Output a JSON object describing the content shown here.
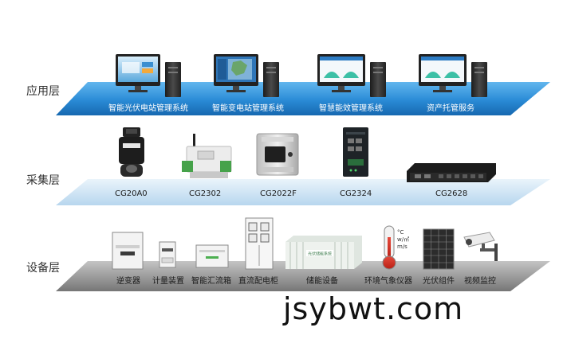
{
  "layers": {
    "app": {
      "label": "应用层",
      "items": [
        {
          "name": "智能光伏电站管理系统",
          "icon": "monitor-tower-icon"
        },
        {
          "name": "智能变电站管理系统",
          "icon": "monitor-tower-icon"
        },
        {
          "name": "智慧能效管理系统",
          "icon": "monitor-tower-icon"
        },
        {
          "name": "资产托管服务",
          "icon": "monitor-tower-icon"
        }
      ]
    },
    "collect": {
      "label": "采集层",
      "items": [
        {
          "name": "CG20A0",
          "icon": "cylinder-collector-icon"
        },
        {
          "name": "CG2302",
          "icon": "din-rail-meter-icon"
        },
        {
          "name": "CG2022F",
          "icon": "box-terminal-icon"
        },
        {
          "name": "CG2324",
          "icon": "industrial-router-icon"
        },
        {
          "name": "CG2628",
          "icon": "rack-gateway-icon"
        }
      ]
    },
    "device": {
      "label": "设备层",
      "items": [
        {
          "name": "逆变器",
          "icon": "inverter-icon"
        },
        {
          "name": "计量装置",
          "icon": "meter-icon"
        },
        {
          "name": "智能汇流箱",
          "icon": "combiner-box-icon"
        },
        {
          "name": "直流配电柜",
          "icon": "dc-cabinet-icon"
        },
        {
          "name": "储能设备",
          "icon": "storage-container-icon"
        },
        {
          "name": "环境气象仪器",
          "icon": "thermometer-icon"
        },
        {
          "name": "光伏组件",
          "icon": "solar-panel-icon"
        },
        {
          "name": "视频监控",
          "icon": "camera-icon"
        }
      ]
    }
  },
  "device_labels": {
    "container_text": "光伏储能系统",
    "thermometer_units": [
      "°C",
      "w/㎡",
      "m/s"
    ]
  },
  "watermark": "jsybwt.com",
  "colors": {
    "app_band": "#2b8fd8",
    "collect_band": "#cfe5f4",
    "device_band": "#8e8e8e"
  }
}
